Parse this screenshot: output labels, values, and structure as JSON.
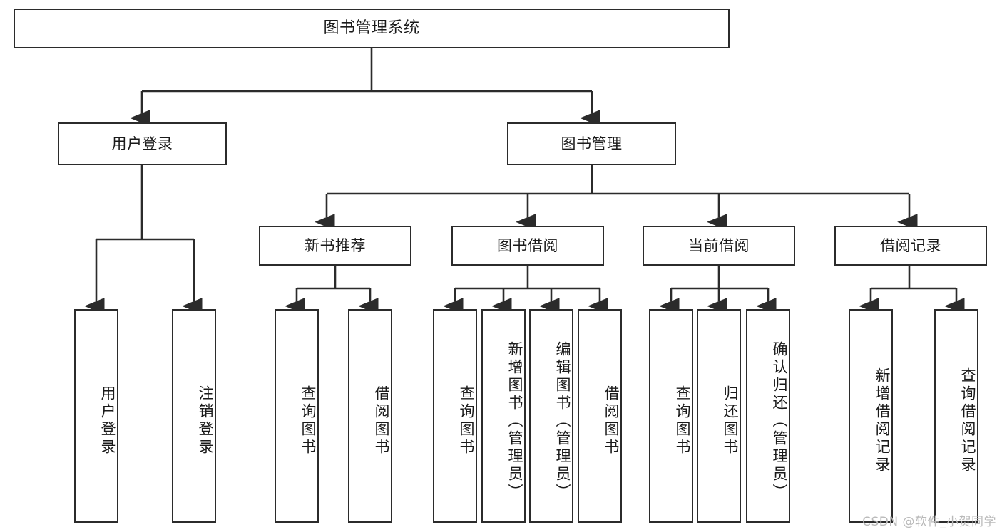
{
  "diagram": {
    "title": "图书管理系统",
    "watermark": "CSDN @软件_小贺同学",
    "type": "tree-hierarchy",
    "stroke_color": "#2b2b2b",
    "background": "#ffffff",
    "levels": [
      {
        "level": 1,
        "nodes": [
          {
            "id": "root",
            "label": "图书管理系统"
          }
        ]
      },
      {
        "level": 2,
        "nodes": [
          {
            "id": "login",
            "label": "用户登录",
            "parent": "root"
          },
          {
            "id": "bookmgmt",
            "label": "图书管理",
            "parent": "root"
          }
        ]
      },
      {
        "level": 3,
        "nodes": [
          {
            "id": "newbook",
            "label": "新书推荐",
            "parent": "bookmgmt"
          },
          {
            "id": "borrow",
            "label": "图书借阅",
            "parent": "bookmgmt"
          },
          {
            "id": "current",
            "label": "当前借阅",
            "parent": "bookmgmt"
          },
          {
            "id": "records",
            "label": "借阅记录",
            "parent": "bookmgmt"
          }
        ]
      },
      {
        "level": 4,
        "nodes": [
          {
            "id": "leaf1",
            "label": "用户登录",
            "parent": "login"
          },
          {
            "id": "leaf2",
            "label": "注销登录",
            "parent": "login"
          },
          {
            "id": "leaf3",
            "label": "查询图书",
            "parent": "newbook"
          },
          {
            "id": "leaf4",
            "label": "借阅图书",
            "parent": "newbook"
          },
          {
            "id": "leaf5",
            "label": "查询图书",
            "parent": "borrow"
          },
          {
            "id": "leaf6",
            "label": "新增图书（管理员）",
            "parent": "borrow"
          },
          {
            "id": "leaf7",
            "label": "编辑图书（管理员）",
            "parent": "borrow"
          },
          {
            "id": "leaf8",
            "label": "借阅图书",
            "parent": "borrow"
          },
          {
            "id": "leaf9",
            "label": "查询图书",
            "parent": "current"
          },
          {
            "id": "leaf10",
            "label": "归还图书",
            "parent": "current"
          },
          {
            "id": "leaf11",
            "label": "确认归还（管理员）",
            "parent": "current"
          },
          {
            "id": "leaf12",
            "label": "新增借阅记录",
            "parent": "records"
          },
          {
            "id": "leaf13",
            "label": "查询借阅记录",
            "parent": "records"
          }
        ]
      }
    ]
  }
}
